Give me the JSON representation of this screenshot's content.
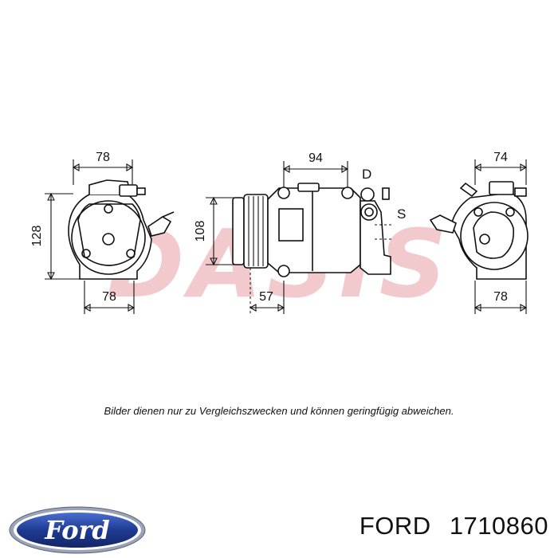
{
  "watermark": {
    "text": "DASIS",
    "color": "#e8a0a6"
  },
  "dimensions": {
    "left_top": "78",
    "left_height": "128",
    "left_bottom": "78",
    "middle_top": "94",
    "middle_height": "108",
    "middle_bottom": "57",
    "right_top": "74",
    "right_bottom": "78"
  },
  "port_labels": {
    "discharge": "D",
    "suction": "S"
  },
  "disclaimer": "Bilder dienen nur zu Vergleichszwecken und können geringfügig abweichen.",
  "brand_logo": {
    "text": "Ford",
    "color": "#1f3a93"
  },
  "part": {
    "brand": "FORD",
    "number": "1710860"
  }
}
